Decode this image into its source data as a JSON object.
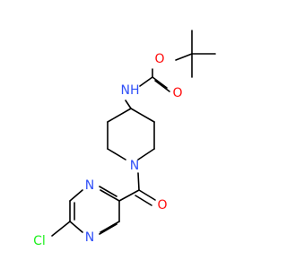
{
  "molecule": {
    "atoms": {
      "o_ether": {
        "text": "O",
        "color": "#ff0d0d"
      },
      "o_carbonyl_carbamate": {
        "text": "O",
        "color": "#ff0d0d"
      },
      "nh": {
        "text": "NH",
        "color": "#3050f8"
      },
      "n_piperidine": {
        "text": "N",
        "color": "#3050f8"
      },
      "o_amide": {
        "text": "O",
        "color": "#ff0d0d"
      },
      "n_pyrazine_top": {
        "text": "N",
        "color": "#3050f8"
      },
      "n_pyrazine_bottom": {
        "text": "N",
        "color": "#3050f8"
      },
      "cl": {
        "text": "Cl",
        "color": "#1ff01f"
      }
    }
  }
}
